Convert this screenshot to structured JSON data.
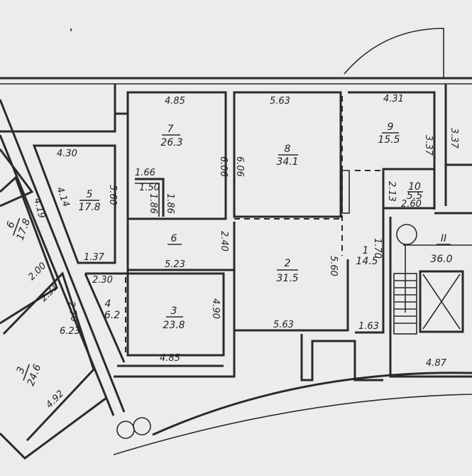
{
  "rooms": [
    {
      "number": "7",
      "area": "26.3"
    },
    {
      "number": "8",
      "area": "34.1"
    },
    {
      "number": "9",
      "area": "15.5"
    },
    {
      "number": "10",
      "area": "5.5"
    },
    {
      "number": "5",
      "area": "17.8"
    },
    {
      "number": "6",
      "area": ""
    },
    {
      "number": "2",
      "area": "31.5"
    },
    {
      "number": "1",
      "area": "14.5"
    },
    {
      "number": "3",
      "area": "23.8"
    },
    {
      "number": "4",
      "area": "6.2"
    },
    {
      "number": "3",
      "area": "24.6"
    },
    {
      "number": "6",
      "area": "17.8"
    },
    {
      "number": "II",
      "area": "36.0"
    }
  ],
  "dimensions": {
    "r7_top": "4.85",
    "r7_right": "6.06",
    "r8_top": "5.63",
    "r8_left": "6.06",
    "r9_top": "4.31",
    "r9_right": "3.37",
    "ext_right": "3.37",
    "r10_left": "2.13",
    "r10_bottom": "2.60",
    "r5_top": "4.30",
    "r5_right": "5.60",
    "r5_left": "4.14",
    "r5_bottom": "1.37",
    "niche_top": "1.66",
    "niche_side": "1.50",
    "niche_h1": "1.86",
    "niche_h2": "1.86",
    "hall6_bottom": "5.23",
    "hall6_right": "2.40",
    "r2_right": "5.60",
    "r2_bottom": "5.63",
    "corr_width": "1.70",
    "corr_bottom": "1.63",
    "r3_top": "2.30",
    "r3_right": "4.90",
    "r3_bottom": "4.85",
    "left_a": "4.19",
    "left_b": "2.00",
    "left_c": "2.31",
    "r4_side": "2.70",
    "r4_alt": "6.23",
    "r3b_bottom": "4.92",
    "stair_bottom": "4.87"
  }
}
